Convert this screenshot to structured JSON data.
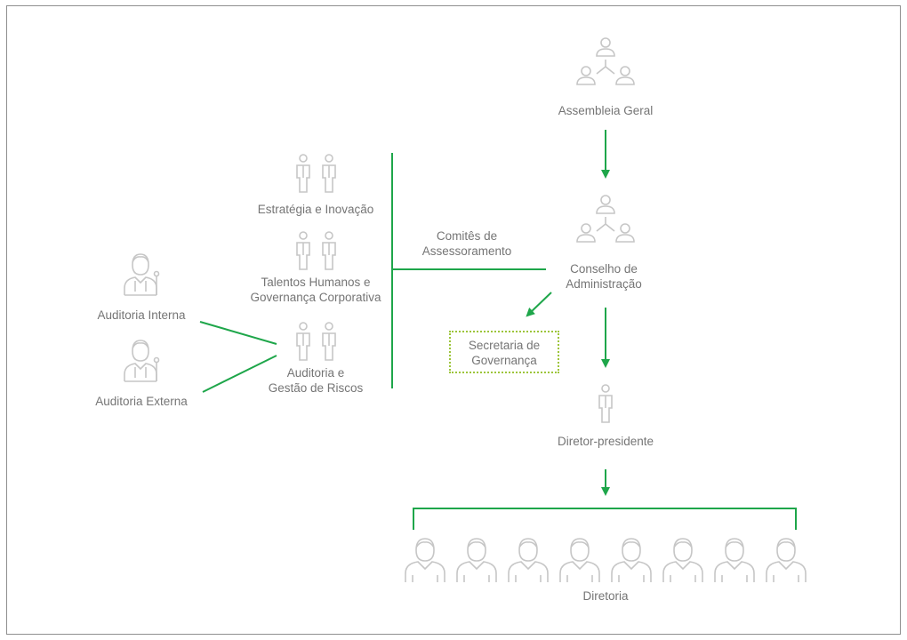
{
  "colors": {
    "connector": "#1ea64a",
    "icon": "#c6c6c6",
    "text": "#757575",
    "frame": "#8f8f8f",
    "secretaria_border": "#9dc53b"
  },
  "nodes": {
    "assembleia_geral": {
      "label": "Assembleia Geral",
      "icon": "group-hierarchy-icon"
    },
    "conselho_administracao": {
      "label": "Conselho de\nAdministração",
      "icon": "group-hierarchy-icon"
    },
    "secretaria_governanca": {
      "label": "Secretaria de\nGovernança"
    },
    "diretor_presidente": {
      "label": "Diretor-presidente",
      "icon": "person-icon"
    },
    "diretoria": {
      "label": "Diretoria",
      "icon": "people-row-icon"
    }
  },
  "comites": {
    "label": "Comitês de\nAssessoramento",
    "items": [
      {
        "label": "Estratégia e Inovação",
        "icon": "two-people-icon"
      },
      {
        "label": "Talentos Humanos e\nGovernança Corporativa",
        "icon": "two-people-icon"
      },
      {
        "label": "Auditoria e\nGestão de Riscos",
        "icon": "two-people-icon"
      }
    ]
  },
  "auditorias": [
    {
      "label": "Auditoria Interna",
      "icon": "speaker-icon"
    },
    {
      "label": "Auditoria Externa",
      "icon": "speaker-icon"
    }
  ]
}
